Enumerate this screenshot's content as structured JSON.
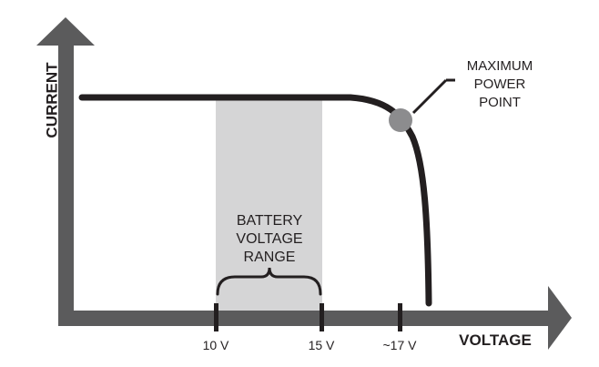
{
  "axes": {
    "y_label": "CURRENT",
    "x_label": "VOLTAGE"
  },
  "battery_range": {
    "lines": [
      "BATTERY",
      "VOLTAGE",
      "RANGE"
    ]
  },
  "mpp": {
    "lines": [
      "MAXIMUM",
      "POWER",
      "POINT"
    ]
  },
  "ticks": [
    {
      "label": "10 V"
    },
    {
      "label": "15 V"
    },
    {
      "label": "~17 V"
    }
  ],
  "colors": {
    "axis": "#5b5b5c",
    "curve": "#231f20",
    "band": "#d5d5d6",
    "mpp_dot": "#8c8c8e"
  }
}
